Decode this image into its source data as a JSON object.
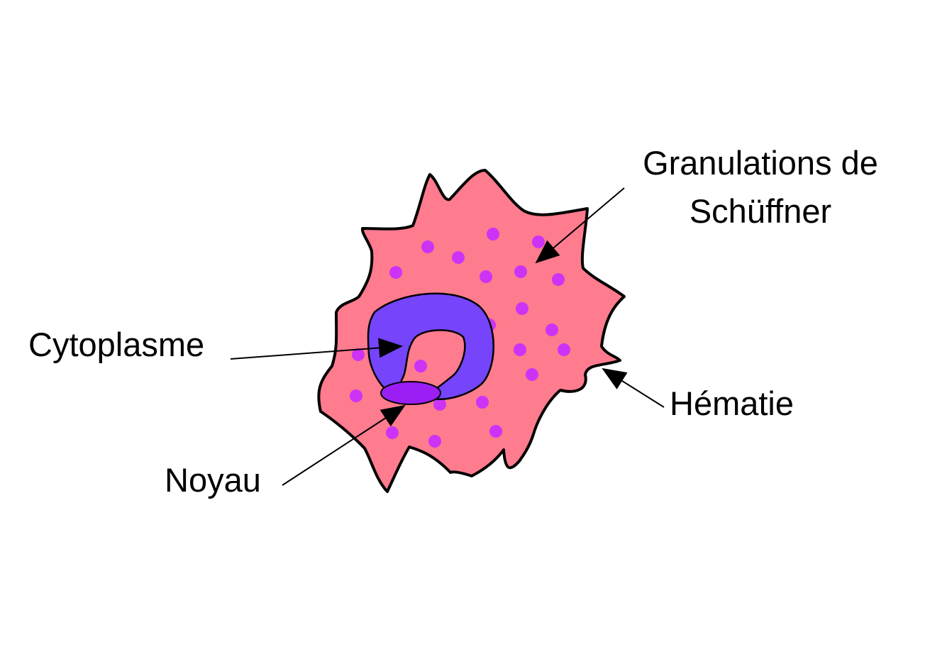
{
  "labels": {
    "granulations_line1": "Granulations de",
    "granulations_line2": "Schüffner",
    "cytoplasme": "Cytoplasme",
    "hematie": "Hématie",
    "noyau": "Noyau"
  },
  "colors": {
    "hematie_fill": "#ff7b8e",
    "cytoplasm_fill": "#7544fb",
    "nucleus_fill": "#9b1ef4",
    "granule_fill": "#cc33f6",
    "outline": "#000000"
  }
}
